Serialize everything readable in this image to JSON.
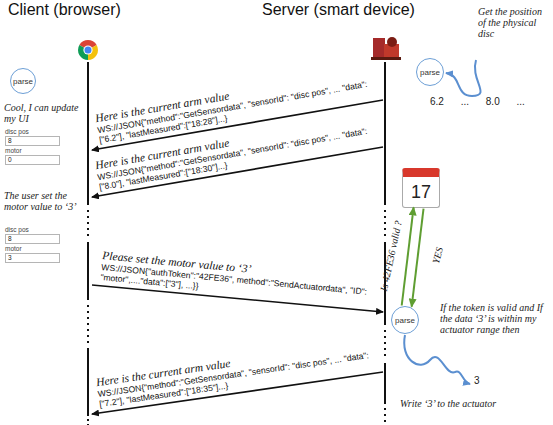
{
  "diagram": {
    "nodes": [
      {
        "text": [
          "parse"
        ]
      },
      {
        "text": [
          "disc pos",
          "8"
        ]
      },
      {
        "text": [
          "motor",
          "0"
        ]
      },
      {
        "text": [
          "disc pos",
          "8"
        ]
      },
      {
        "text": [
          "motor",
          "3"
        ]
      },
      {
        "text": [
          "parse"
        ]
      },
      {
        "text": [
          "17"
        ]
      },
      {
        "text": [
          "parse"
        ]
      }
    ],
    "edges": [
      {
        "from": 7,
        "to": 6,
        "label": "Is 42FE36 valid ?",
        "arrow": "to"
      },
      {
        "from": 6,
        "to": 7,
        "label": "YES",
        "arrow": "to"
      }
    ],
    "labels": [
      "Client (browser)",
      "Server (smart device)",
      "Get the position of the physical disc",
      "6.2 ... 8.0 ...",
      "Cool, I can update my UI",
      "Here is the current arm value",
      "WS://JSON{\"method\":\"GetSensordata\", \"sensorId\": \"disc pos\", ... \"data\":[\"6.2\"], \"lastMeasured\":[\"18:28\"]...}",
      "Here is the current arm value",
      "WS://JSON{\"method\":\"GetSensordata\", \"sensorId\": \"disc pos\", ... \"data\":[\"8.0\"], \"lastMeasured\":[\"18:30\"]...}",
      "The user set the motor value to ‘3’",
      "Please set the motor value to ‘3’",
      "WS://JSON{\"authToken\":\"42FE36\", method\":\"SendActuatordata\", \"ID\": \"motor\",....\"data\":[\"3\"], ...}}",
      "If the token is valid and If the data ‘3’ is within my actuator range then",
      "3",
      "Write ‘3’ to the actuator",
      "Here is the current arm value",
      "WS://JSON{\"method\":\"GetSensordata\", \"sensorId\": \"disc pos\", ... \"data\":[\"7.2\"], \"lastMeasured\":[\"18:35\"]...}"
    ]
  }
}
